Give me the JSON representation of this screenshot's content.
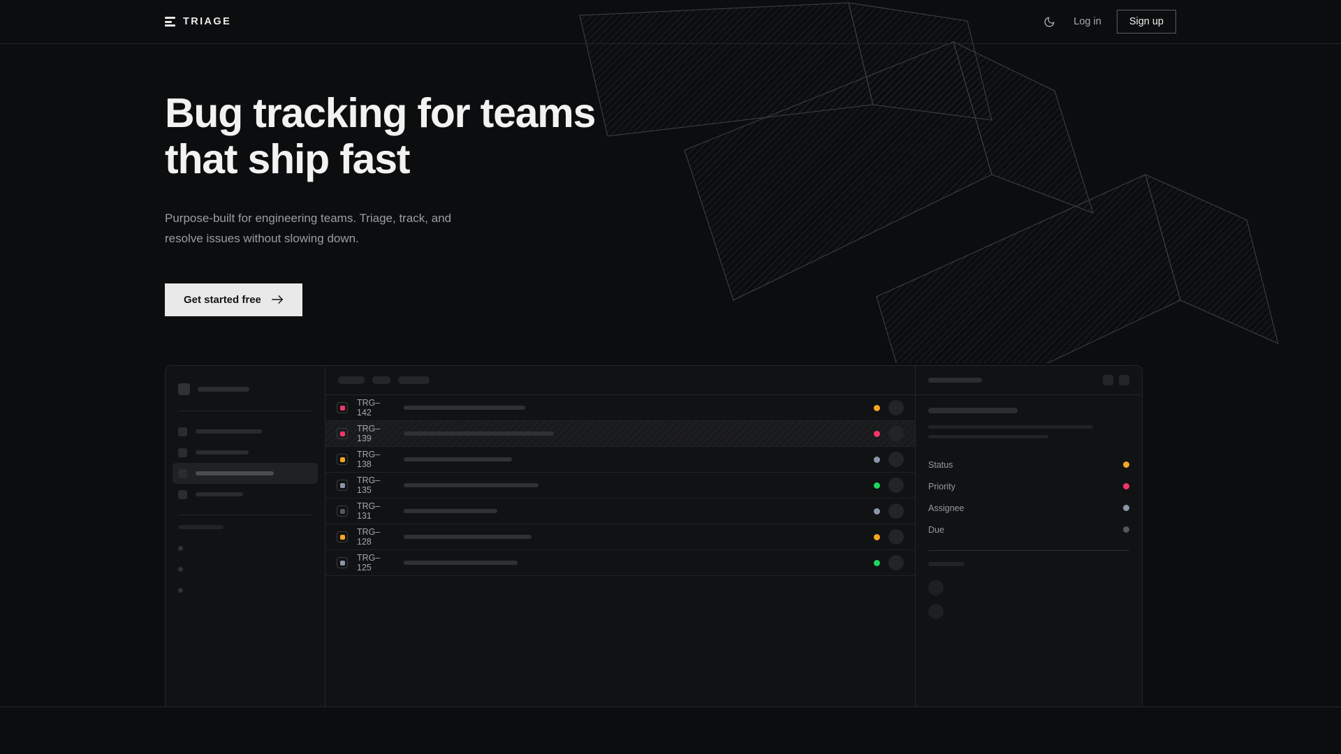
{
  "brand": {
    "name": "TRIAGE",
    "logo_icon": "stacked-bars-icon"
  },
  "nav": {
    "theme_toggle_icon": "moon-icon",
    "login_label": "Log in",
    "signup_label": "Sign up"
  },
  "hero": {
    "heading_line1": "Bug tracking for teams",
    "heading_line2": "that ship fast",
    "subheading_line1": "Purpose-built for engineering teams. Triage, track, and",
    "subheading_line2": "resolve issues without slowing down.",
    "cta_label": "Get started free",
    "cta_icon": "arrow-right-icon"
  },
  "colors": {
    "page_bg": "#0c0d0e",
    "panel_bg": "#111213",
    "border": "#232527",
    "amber": "#f5a623",
    "pink": "#f0366a",
    "slate": "#8b97a8",
    "green": "#1fd65f",
    "gray": "#55585b",
    "cta_bg": "#e9e9e9"
  },
  "mockup": {
    "sidebar": {
      "workspace_skeleton_width": 74,
      "nav_items": [
        {
          "width": 95,
          "active": false
        },
        {
          "width": 76,
          "active": false
        },
        {
          "width": 112,
          "active": true
        },
        {
          "width": 68,
          "active": false
        }
      ],
      "section_label_width": 65,
      "dot_items": 3
    },
    "toolbar": {
      "pills": [
        38,
        26,
        45
      ]
    },
    "issues": [
      {
        "id": "TRG–142",
        "priority": "pink",
        "status": "amber",
        "title_width": 174,
        "selected": false
      },
      {
        "id": "TRG–139",
        "priority": "pink",
        "status": "pink",
        "title_width": 215,
        "selected": true
      },
      {
        "id": "TRG–138",
        "priority": "amber",
        "status": "slate",
        "title_width": 155,
        "selected": false
      },
      {
        "id": "TRG–135",
        "priority": "slate",
        "status": "green",
        "title_width": 193,
        "selected": false
      },
      {
        "id": "TRG–131",
        "priority": "gray",
        "status": "slate",
        "title_width": 134,
        "selected": false
      },
      {
        "id": "TRG–128",
        "priority": "amber",
        "status": "amber",
        "title_width": 183,
        "selected": false
      },
      {
        "id": "TRG–125",
        "priority": "slate",
        "status": "green",
        "title_width": 163,
        "selected": false
      }
    ],
    "detail": {
      "header_title_width": 77,
      "header_icons": [
        "square-button-icon",
        "square-button-icon"
      ],
      "title_width": 128,
      "text_lines": [
        236,
        172
      ],
      "fields": [
        {
          "label": "Status",
          "color": "amber"
        },
        {
          "label": "Priority",
          "color": "pink"
        },
        {
          "label": "Assignee",
          "color": "slate"
        },
        {
          "label": "Due",
          "color": "gray"
        }
      ],
      "activity_label_width": 52,
      "activity_avatars": 2
    }
  }
}
